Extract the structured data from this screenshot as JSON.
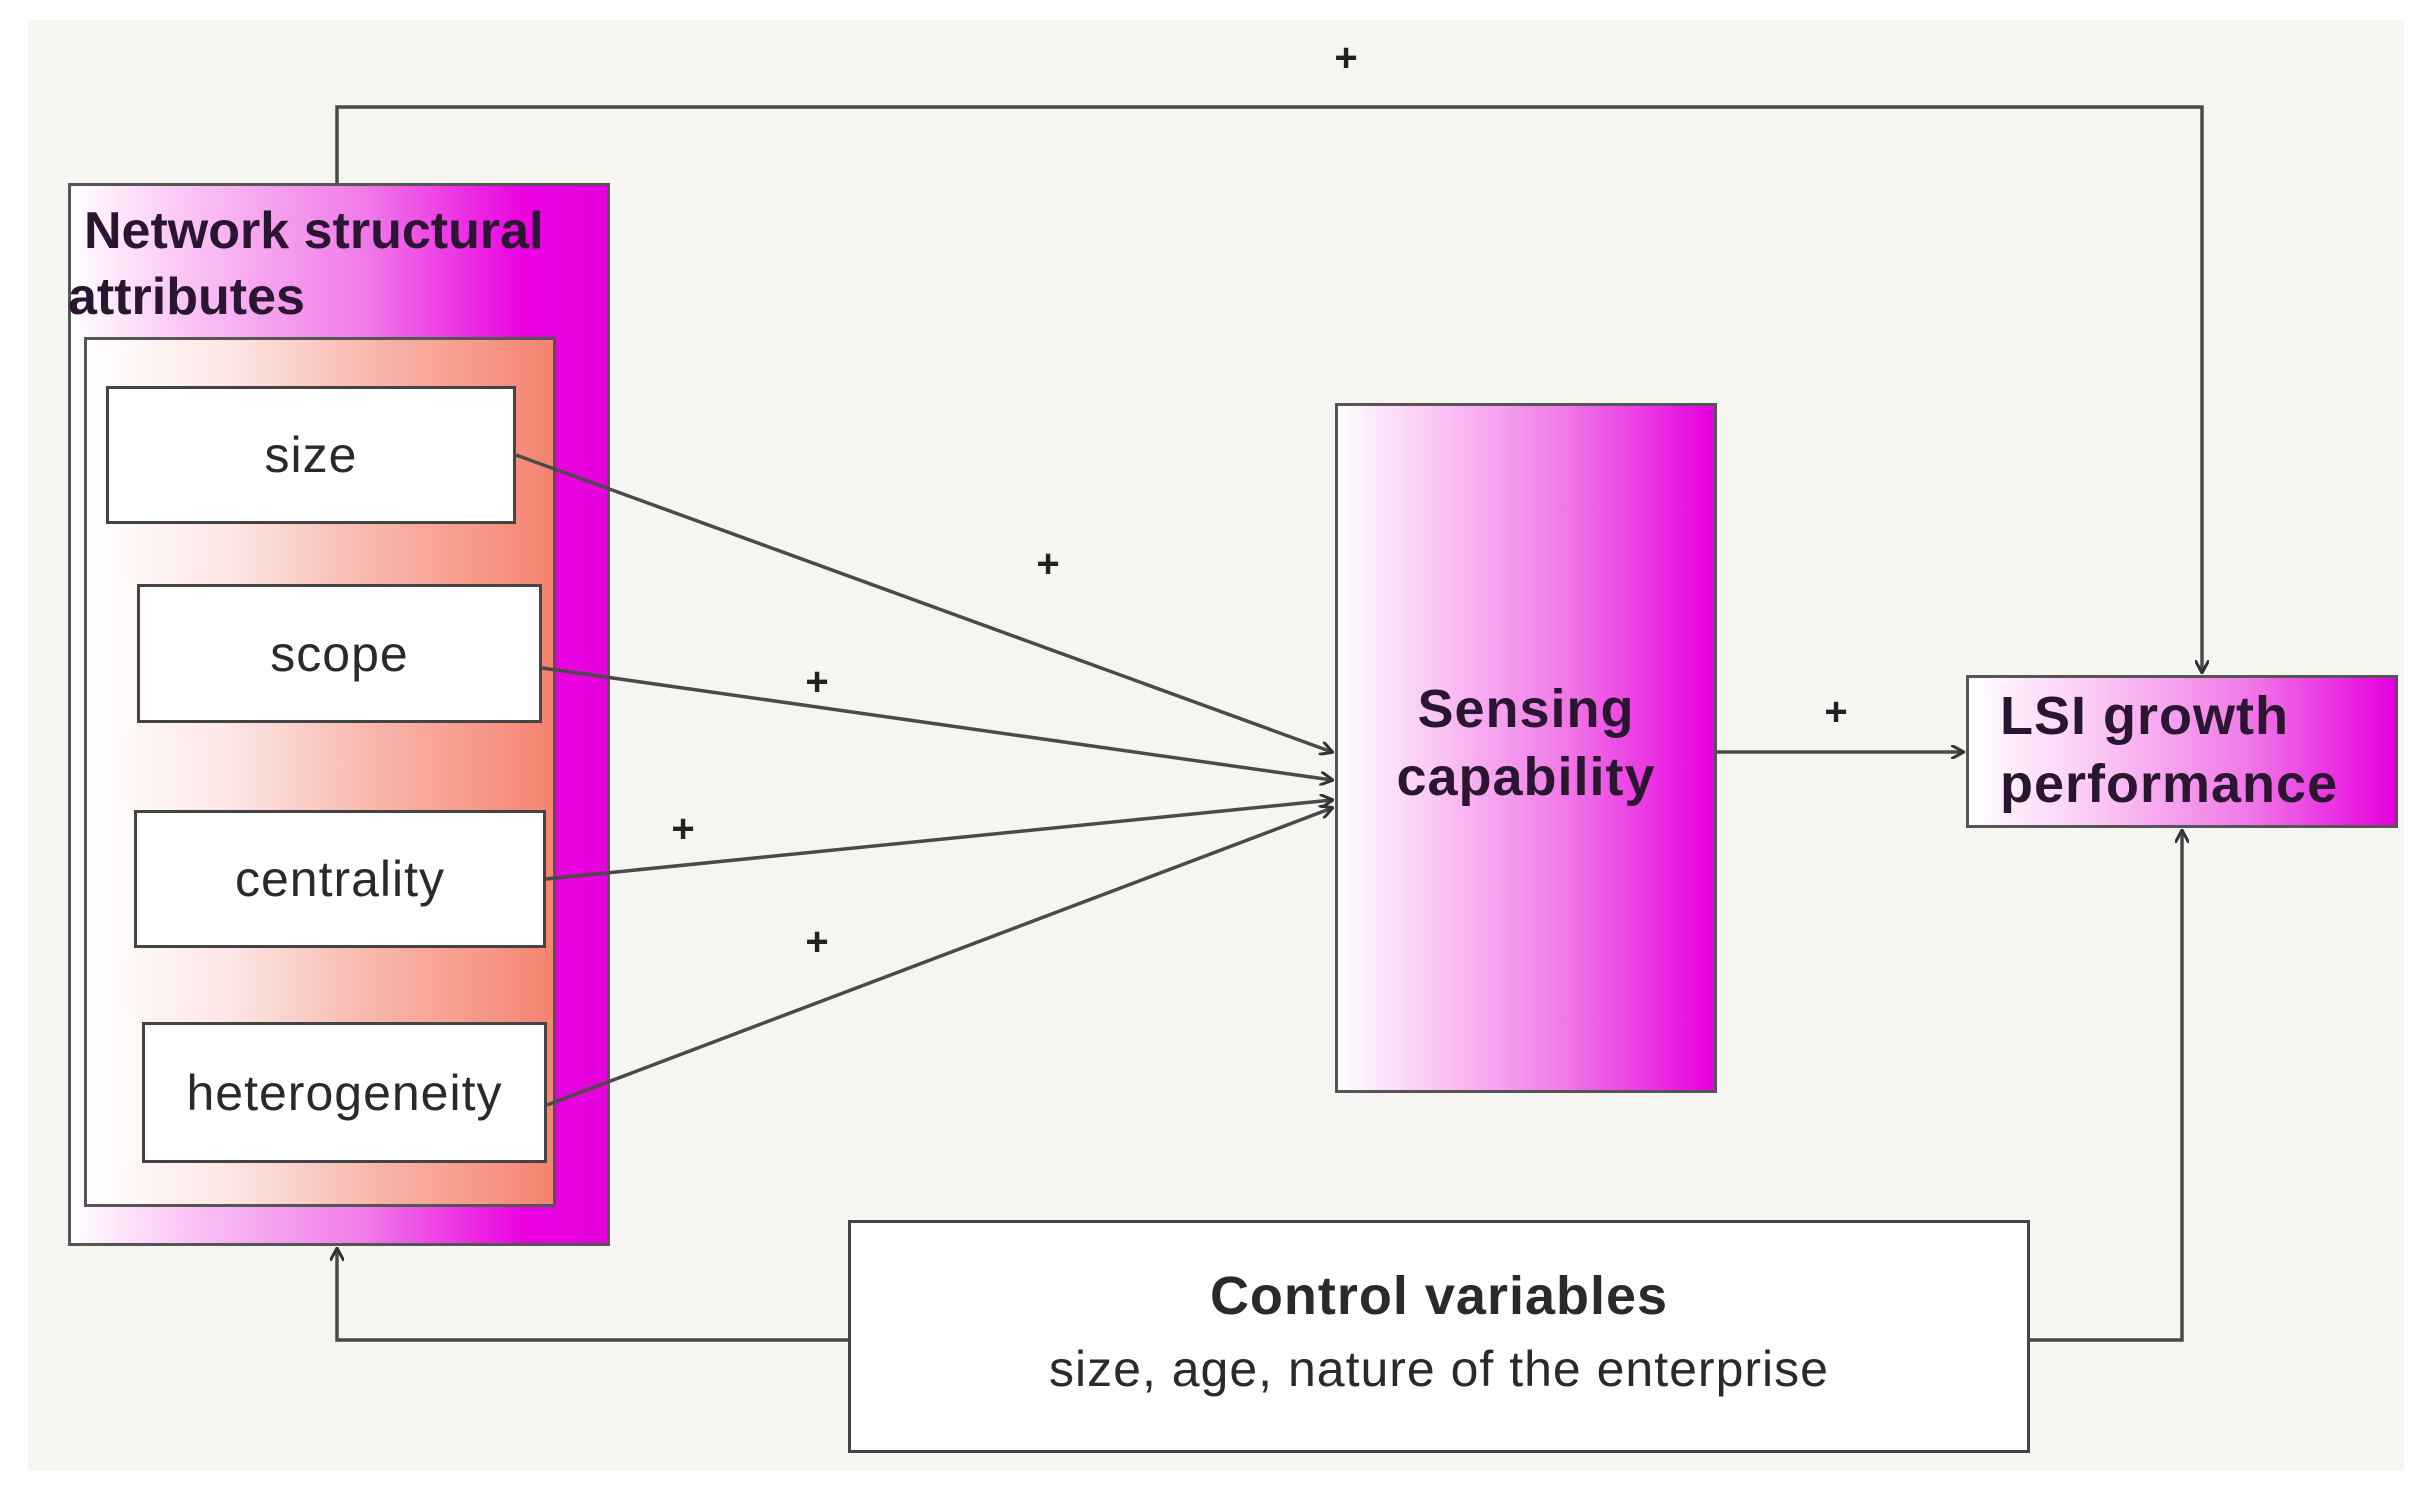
{
  "network": {
    "title_line1": "Network structural",
    "title_line2": "attributes",
    "items": [
      {
        "label": "size"
      },
      {
        "label": "scope"
      },
      {
        "label": "centrality"
      },
      {
        "label": "heterogeneity"
      }
    ]
  },
  "sensing": {
    "line1": "Sensing",
    "line2": "capability"
  },
  "lsi": {
    "line1": "LSI growth",
    "line2": "performance"
  },
  "control": {
    "title": "Control variables",
    "subtitle": "size, age, nature of the enterprise"
  },
  "signs": {
    "top": "+",
    "size": "+",
    "scope": "+",
    "centrality": "+",
    "heterogeneity": "+",
    "sensing_to_lsi": "+"
  },
  "colors": {
    "magenta": "#e600de",
    "salmon": "#f5836f",
    "line": "#444444",
    "background": "#f6f5f1"
  }
}
